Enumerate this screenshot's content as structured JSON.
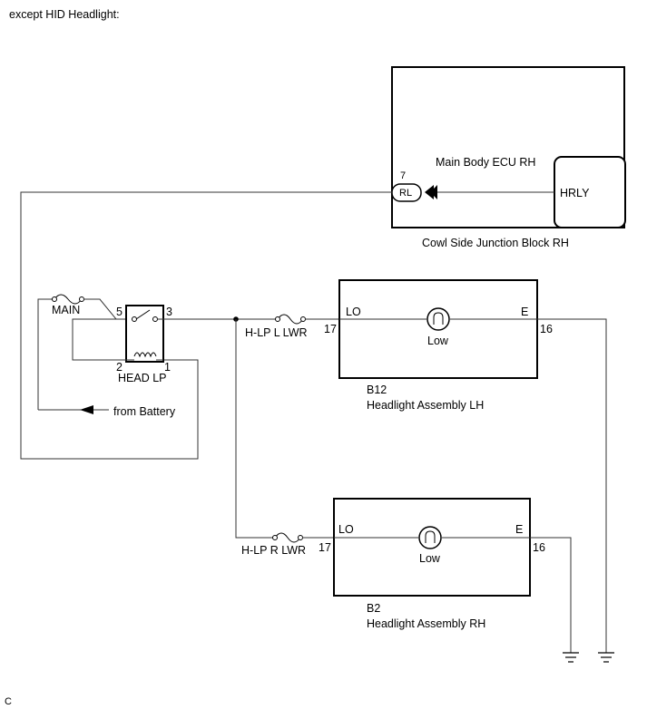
{
  "header": {
    "title": "except HID Headlight:"
  },
  "footer": {
    "code": "C"
  },
  "junction_block": {
    "name": "Cowl Side Junction Block RH",
    "ecu_label": "Main Body ECU RH",
    "hrly_label": "HRLY",
    "pin_label": "RL",
    "pin_number": "7"
  },
  "relay": {
    "name": "HEAD LP",
    "pins": {
      "p5": "5",
      "p3": "3",
      "p2": "2",
      "p1": "1"
    }
  },
  "fuses": {
    "main": "MAIN",
    "lh": "H-LP L LWR",
    "rh": "H-LP R LWR"
  },
  "battery": {
    "label": "from Battery"
  },
  "headlight_lh": {
    "code": "B12",
    "name": "Headlight Assembly LH",
    "lo_label": "LO",
    "e_label": "E",
    "lamp_label": "Low",
    "pin_in": "17",
    "pin_out": "16"
  },
  "headlight_rh": {
    "code": "B2",
    "name": "Headlight Assembly RH",
    "lo_label": "LO",
    "e_label": "E",
    "lamp_label": "Low",
    "pin_in": "17",
    "pin_out": "16"
  }
}
